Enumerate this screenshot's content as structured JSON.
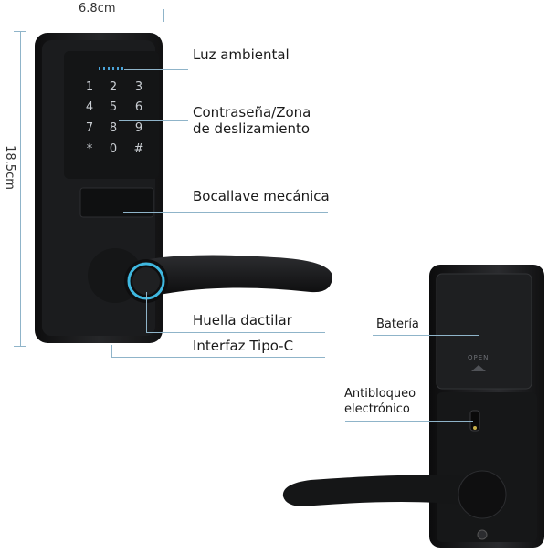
{
  "dimensions": {
    "width_label": "6.8cm",
    "height_label": "18.5cm"
  },
  "callouts": {
    "ambient_light": "Luz ambiental",
    "password_line1": "Contraseña/Zona",
    "password_line2": "de deslizamiento",
    "mechanical_keyhole": "Bocallave mecánica",
    "fingerprint": "Huella dactilar",
    "type_c": "Interfaz Tipo-C",
    "battery": "Batería",
    "anti_lock_line1": "Antibloqueo",
    "anti_lock_line2": "electrónico"
  },
  "keypad": {
    "keys": [
      "1",
      "2",
      "3",
      "4",
      "5",
      "6",
      "7",
      "8",
      "9",
      "*",
      "0",
      "#"
    ]
  },
  "back_plate": {
    "open_label": "OPEN"
  },
  "colors": {
    "lock_body": "#1b1c1e",
    "callout_line": "#8fb4c9",
    "fingerprint_ring": "#3fb8e0",
    "indicator_dots": "#4aa3d8"
  }
}
